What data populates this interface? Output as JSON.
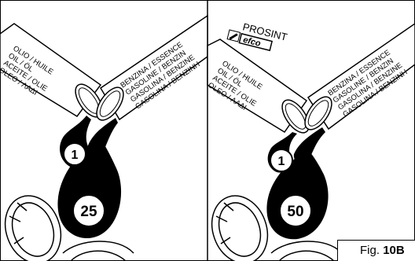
{
  "figure_caption": {
    "prefix": "Fig.",
    "number": "10B"
  },
  "brand": {
    "product": "PROSINT",
    "logo_text": "efco"
  },
  "panels": [
    {
      "oil_labels": [
        "OLIO / HUILE",
        "OIL / ÖL",
        "ACEITE / OLIE",
        "OLEO / ΛΑΔΙ"
      ],
      "fuel_labels": [
        "BENZINA / ESSENCE",
        "GASOLINE / BENZIN",
        "GASOLINA / BENZINE",
        "GASOLINA / ΒΕΝΖΙΝΗ"
      ],
      "oil_parts": "1",
      "fuel_parts": "25"
    },
    {
      "oil_labels": [
        "OLIO / HUILE",
        "OIL / ÖL",
        "ACEITE / OLIE",
        "OLEO / ΛΑΔΙ"
      ],
      "fuel_labels": [
        "BENZINA / ESSENCE",
        "GASOLINE / BENZIN",
        "GASOLINA / BENZINE",
        "GASOLINA / ΒΕΝΖΙΝΗ"
      ],
      "oil_parts": "1",
      "fuel_parts": "50"
    }
  ]
}
